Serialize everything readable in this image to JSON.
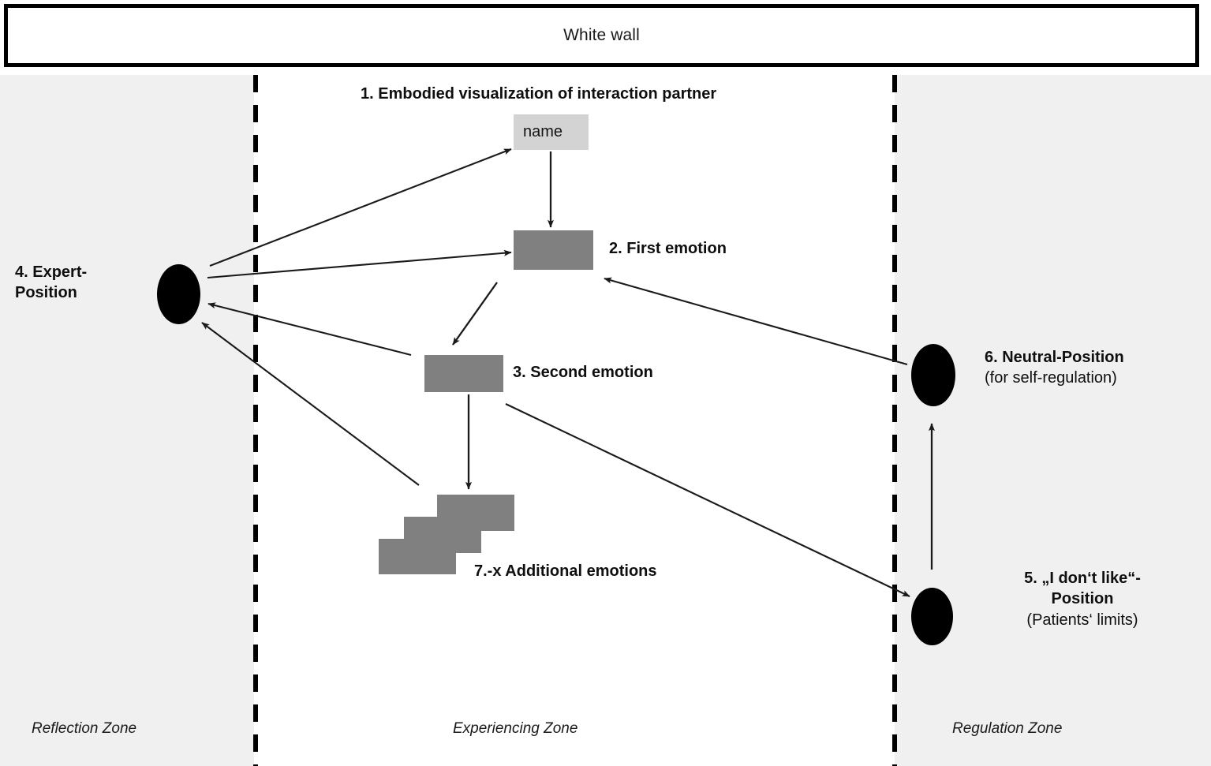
{
  "header": {
    "wall_label": "White wall"
  },
  "zones": [
    {
      "id": "reflection",
      "label": "Reflection Zone",
      "background": "#f0f0f0"
    },
    {
      "id": "experiencing",
      "label": "Experiencing Zone",
      "background": "#ffffff"
    },
    {
      "id": "regulation",
      "label": "Regulation Zone",
      "background": "#f0f0f0"
    }
  ],
  "diagram": {
    "title": "1. Embodied visualization of interaction partner",
    "name_box_value": "name",
    "first_emotion_label": "2. First emotion",
    "second_emotion_label": "3. Second emotion",
    "additional_emotions_label": "7.-x Additional emotions"
  },
  "positions": {
    "expert": {
      "line1": "4. Expert-",
      "line2": "Position"
    },
    "neutral": {
      "line1": "6. Neutral-Position",
      "line2": "(for self-regulation)"
    },
    "dislike": {
      "line1": "5. „I don‘t like“-",
      "line2": "Position",
      "line3": "(Patients‘ limits)"
    }
  },
  "colors": {
    "emotion_box": "#808080",
    "name_box": "#d3d3d3",
    "zone_shaded": "#f0f0f0",
    "zone_clear": "#ffffff",
    "ink": "#000000"
  }
}
